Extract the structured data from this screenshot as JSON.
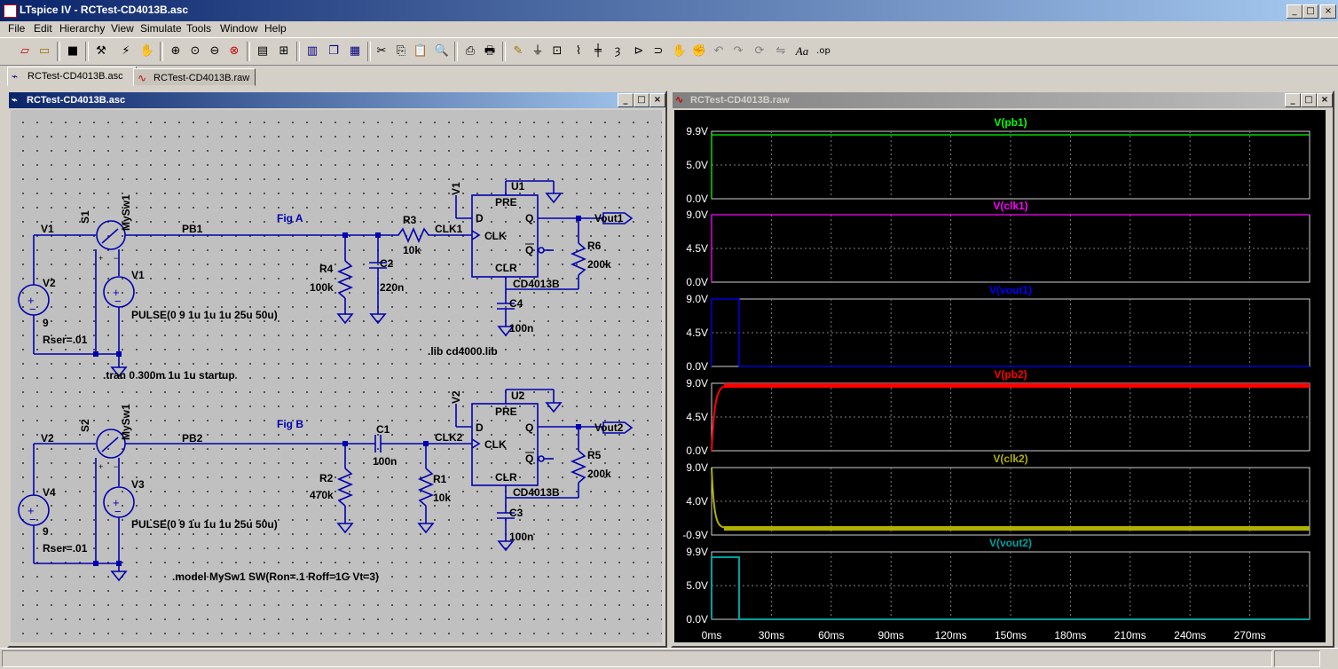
{
  "window": {
    "title": "LTspice IV - RCTest-CD4013B.asc"
  },
  "menu": [
    "File",
    "Edit",
    "Hierarchy",
    "View",
    "Simulate",
    "Tools",
    "Window",
    "Help"
  ],
  "tabs": [
    {
      "label": "RCTest-CD4013B.asc",
      "active": true
    },
    {
      "label": "RCTest-CD4013B.raw",
      "active": false
    }
  ],
  "schematic": {
    "title": "RCTest-CD4013B.asc",
    "labels": {
      "v1_net": "V1",
      "s1": "S1",
      "mysw1_a": "MySw1",
      "pb1": "PB1",
      "fig_a": "Fig A",
      "r3": "R3",
      "r3_val": "10k",
      "clk1": "CLK1",
      "v1_ref": "V1",
      "u1": "U1",
      "d": "D",
      "pre": "PRE",
      "q": "Q",
      "clk": "CLK",
      "qbar": "Q",
      "clr": "CLR",
      "cd4013b": "CD4013B",
      "vout1": "Vout1",
      "r6": "R6",
      "r6_val": "200k",
      "c4": "C4",
      "c4_val": "100n",
      "r4": "R4",
      "r4_val": "100k",
      "c2": "C2",
      "c2_val": "220n",
      "v2": "V2",
      "v2_val": "9",
      "rser1": "Rser=.01",
      "v1_src": "V1",
      "pulse1": "PULSE(0 9 1u 1u 1u 25u 50u)",
      "lib": ".lib cd4000.lib",
      "tran": ".tran 0 300m 1u 1u startup",
      "v2_net": "V2",
      "s2": "S2",
      "mysw1_b": "MySw1",
      "pb2": "PB2",
      "fig_b": "Fig B",
      "c1": "C1",
      "c1_val": "100n",
      "clk2": "CLK2",
      "v2_ref": "V2",
      "u2": "U2",
      "d2": "D",
      "pre2": "PRE",
      "q2": "Q",
      "clk_2": "CLK",
      "qbar2": "Q",
      "clr2": "CLR",
      "cd4013b_2": "CD4013B",
      "vout2": "Vout2",
      "r5": "R5",
      "r5_val": "200k",
      "c3": "C3",
      "c3_val": "100n",
      "r2": "R2",
      "r2_val": "470k",
      "r1": "R1",
      "r1_val": "10k",
      "v4": "V4",
      "v4_val": "9",
      "rser2": "Rser=.01",
      "v3": "V3",
      "pulse2": "PULSE(0 9 1u 1u 1u 25u 50u)",
      "model": ".model MySw1  SW(Ron=.1 Roff=1G Vt=3)"
    }
  },
  "waveform": {
    "title": "RCTest-CD4013B.raw",
    "x_ticks": [
      "0ms",
      "30ms",
      "60ms",
      "90ms",
      "120ms",
      "150ms",
      "180ms",
      "210ms",
      "240ms",
      "270ms"
    ],
    "panes": [
      {
        "name": "V(pb1)",
        "color": "#00ff00",
        "ticks": [
          "9.9V",
          "5.0V",
          "0.0V"
        ]
      },
      {
        "name": "V(clk1)",
        "color": "#ff00ff",
        "ticks": [
          "9.0V",
          "4.5V",
          "0.0V"
        ]
      },
      {
        "name": "V(vout1)",
        "color": "#0000ff",
        "ticks": [
          "9.0V",
          "4.5V",
          "0.0V"
        ]
      },
      {
        "name": "V(pb2)",
        "color": "#ff0000",
        "ticks": [
          "9.0V",
          "4.5V",
          "0.0V"
        ]
      },
      {
        "name": "V(clk2)",
        "color": "#b0b000",
        "ticks": [
          "9.0V",
          "4.0V",
          "-0.9V"
        ]
      },
      {
        "name": "V(vout2)",
        "color": "#00a0a0",
        "ticks": [
          "9.9V",
          "5.0V",
          "0.0V"
        ]
      }
    ]
  }
}
